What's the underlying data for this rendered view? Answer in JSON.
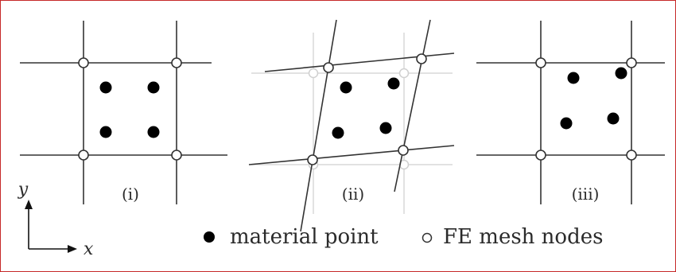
{
  "panels": [
    {
      "id": "panel-i",
      "label": "(i)"
    },
    {
      "id": "panel-ii",
      "label": "(ii)"
    },
    {
      "id": "panel-iii",
      "label": "(iii)"
    }
  ],
  "axes": {
    "x_label": "x",
    "y_label": "y"
  },
  "legend": {
    "material_point_label": "material point",
    "mesh_node_label": "FE mesh nodes"
  },
  "colors": {
    "line": "#333333",
    "faint_line": "#d9d9d9",
    "point": "#000000",
    "border": "#c62828"
  }
}
